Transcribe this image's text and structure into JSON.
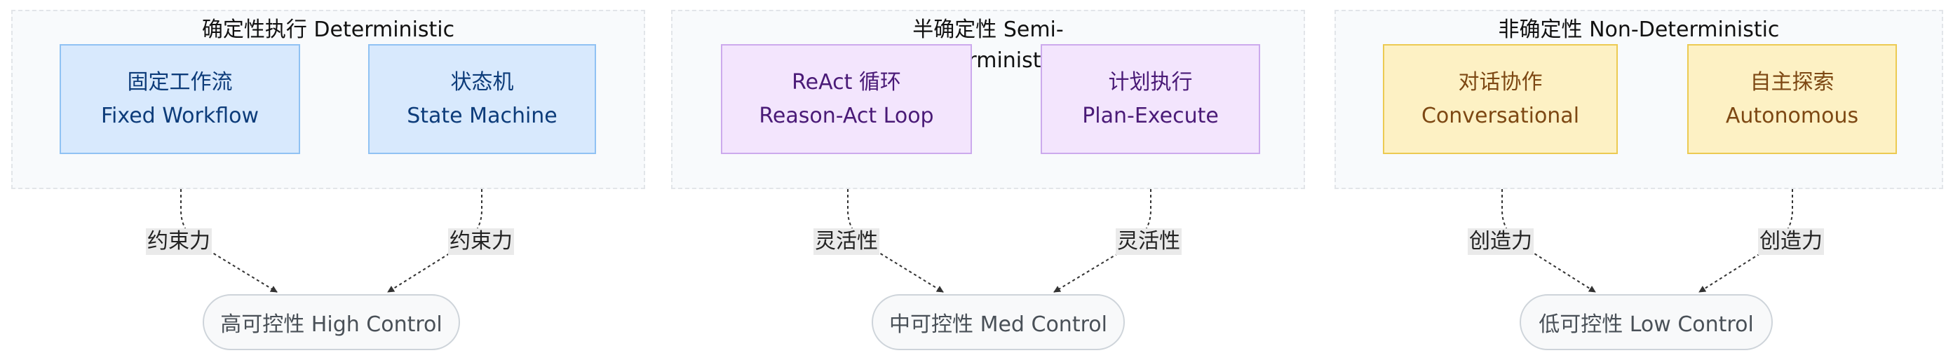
{
  "clusters": [
    {
      "title": "确定性执行 Deterministic",
      "nodes": [
        {
          "line1": "固定工作流",
          "line2": "Fixed Workflow"
        },
        {
          "line1": "状态机",
          "line2": "State Machine"
        }
      ],
      "edge_label": "约束力",
      "result": "高可控性 High Control"
    },
    {
      "title_line1": "半确定性 Semi-",
      "title_line2": "Deterministic",
      "nodes": [
        {
          "line1": "ReAct 循环",
          "line2": "Reason-Act Loop"
        },
        {
          "line1": "计划执行",
          "line2": "Plan-Execute"
        }
      ],
      "edge_label": "灵活性",
      "result": "中可控性 Med Control"
    },
    {
      "title": "非确定性 Non-Deterministic",
      "nodes": [
        {
          "line1": "对话协作",
          "line2": "Conversational"
        },
        {
          "line1": "自主探索",
          "line2": "Autonomous"
        }
      ],
      "edge_label": "创造力",
      "result": "低可控性 Low Control"
    }
  ],
  "colors": {
    "blue_fill": "#d8e9fd",
    "purple_fill": "#f3e5fd",
    "yellow_fill": "#fdf1c4",
    "edge": "#333333"
  }
}
